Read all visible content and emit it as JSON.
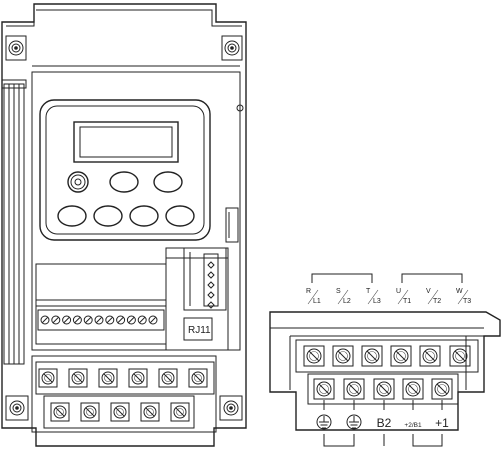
{
  "port_label": "RJ11",
  "top_terminals": [
    {
      "letter": "R",
      "sub": "L1"
    },
    {
      "letter": "S",
      "sub": "L2"
    },
    {
      "letter": "T",
      "sub": "L3"
    },
    {
      "letter": "U",
      "sub": "T1"
    },
    {
      "letter": "V",
      "sub": "T2"
    },
    {
      "letter": "W",
      "sub": "T3"
    }
  ],
  "bottom_terminals": [
    {
      "kind": "ground-icon"
    },
    {
      "kind": "ground-icon"
    },
    {
      "kind": "text",
      "label": "B2"
    },
    {
      "kind": "text",
      "label": "+2/B1"
    },
    {
      "kind": "text",
      "label": "+1"
    }
  ]
}
